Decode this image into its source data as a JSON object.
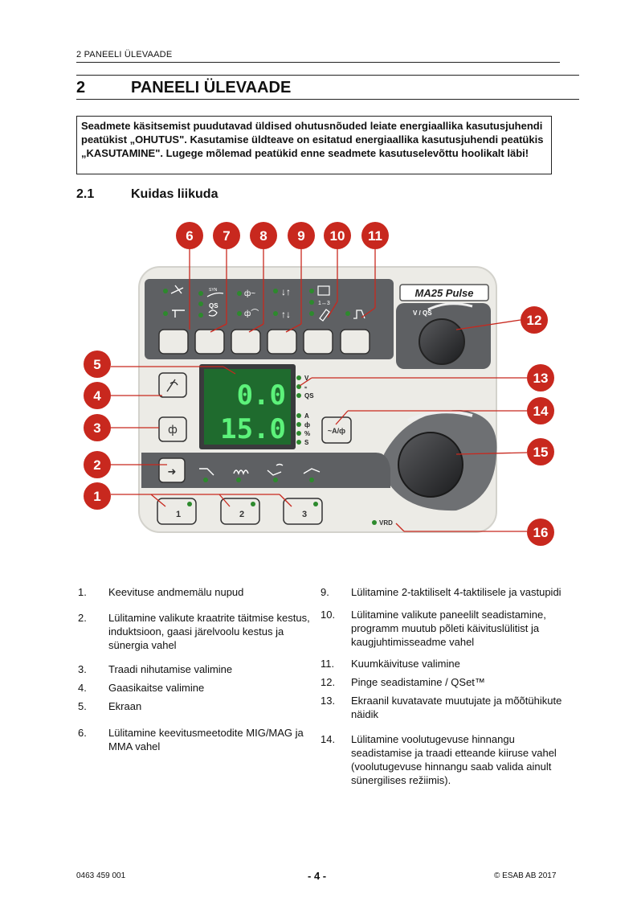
{
  "header": {
    "running_title": "2  PANEELI ÜLEVAADE"
  },
  "section": {
    "number": "2",
    "title": "PANEELI ÜLEVAADE"
  },
  "notice": {
    "text": "Seadmete käsitsemist puudutavad üldised ohutusnõuded leiate energiaallika kasutusjuhendi peatükist „OHUTUS\". Kasutamise üldteave on esitatud energiaallika kasutusjuhendi peatükis „KASUTAMINE\". Lugege mõlemad peatükid enne seadmete kasutuselevõttu hoolikalt läbi!"
  },
  "subsection": {
    "number": "2.1",
    "title": "Kuidas liikuda"
  },
  "panel": {
    "brand": "MA25 Pulse",
    "knob_label": "V / QS",
    "display_top": "0.0",
    "display_bottom": "15.0",
    "indicator_top": [
      "V",
      "wire",
      "QS"
    ],
    "indicator_bottom": [
      "A",
      "ф",
      "%",
      "S"
    ],
    "mem_buttons": [
      "1",
      "2",
      "3"
    ],
    "vrd_label": "VRD",
    "syn_label": "SYN",
    "qs_label": "QS",
    "label_1_3": "1↔3",
    "callouts": [
      "1",
      "2",
      "3",
      "4",
      "5",
      "6",
      "7",
      "8",
      "9",
      "10",
      "11",
      "12",
      "13",
      "14",
      "15",
      "16"
    ],
    "colors": {
      "callout": "#c8281e",
      "panel": "#ecebe6",
      "strip": "#5e6063",
      "led": "#2d8a2d",
      "display": "#39c75a"
    }
  },
  "legend_left": [
    {
      "n": "1.",
      "text": "Keevituse andmemälu nupud"
    },
    {
      "n": "2.",
      "text": "Lülitamine valikute kraatrite täitmise kestus, induktsioon, gaasi järelvoolu kestus ja sünergia vahel"
    },
    {
      "n": "3.",
      "text": "Traadi nihutamise valimine"
    },
    {
      "n": "4.",
      "text": "Gaasikaitse valimine"
    },
    {
      "n": "5.",
      "text": "Ekraan"
    },
    {
      "n": "6.",
      "text": "Lülitamine keevitusmeetodite MIG/MAG ja MMA vahel"
    }
  ],
  "legend_right": [
    {
      "n": "9.",
      "text": "Lülitamine 2-taktiliselt 4-taktilisele ja vastupidi"
    },
    {
      "n": "10.",
      "text": "Lülitamine valikute paneelilt seadistamine, programm muutub põleti käivituslülitist ja kaugjuhtimisseadme vahel"
    },
    {
      "n": "11.",
      "text": "Kuumkäivituse valimine"
    },
    {
      "n": "12.",
      "text": "Pinge seadistamine / QSet™"
    },
    {
      "n": "13.",
      "text": "Ekraanil kuvatavate muutujate ja mõõtühikute näidik"
    },
    {
      "n": "14.",
      "text": "Lülitamine voolutugevuse hinnangu seadistamise ja traadi etteande kiiruse vahel (voolutugevuse hinnangu saab valida ainult sünergilises režiimis)."
    }
  ],
  "footer": {
    "doc_number": "0463 459 001",
    "page": "- 4 -",
    "copyright": "© ESAB AB 2017"
  }
}
